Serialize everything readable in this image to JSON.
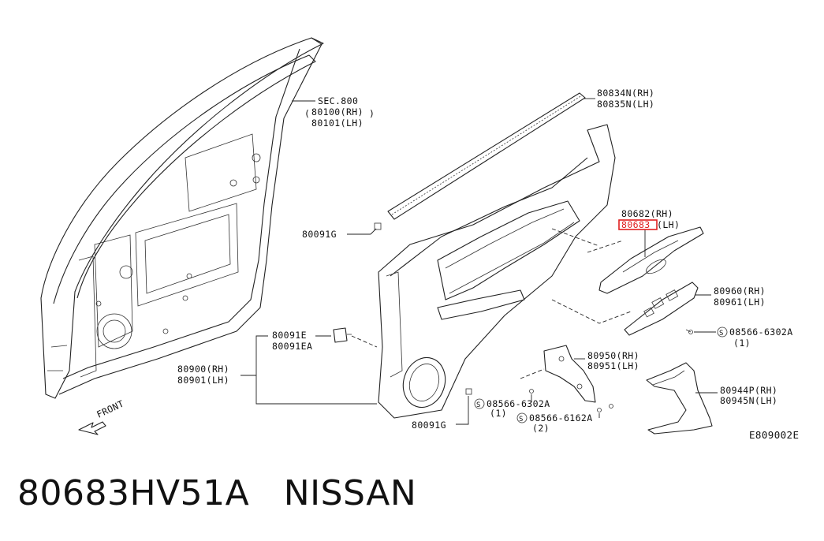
{
  "diagram": {
    "labels": {
      "sec800": "SEC.800",
      "p80100": "80100(RH)",
      "p80101": "80101(LH)",
      "p80834n": "80834N(RH)",
      "p80835n": "80835N(LH)",
      "p80682": "80682(RH)",
      "p80683": "80683",
      "p80683_side": "(LH)",
      "p80960": "80960(RH)",
      "p80961": "80961(LH)",
      "s08566_a": "08566-6302A",
      "s08566_a_qty": "(1)",
      "p80950": "80950(RH)",
      "p80951": "80951(LH)",
      "p80944p": "80944P(RH)",
      "p80945n": "80945N(LH)",
      "s08566_b": "08566-6302A",
      "s08566_b_qty": "(1)",
      "s08566_c": "08566-6162A",
      "s08566_c_qty": "(2)",
      "p80091g_top": "80091G",
      "p80091g_bottom": "80091G",
      "p80091e": "80091E",
      "p80091ea": "80091EA",
      "p80900": "80900(RH)",
      "p80901": "80901(LH)",
      "front": "FRONT",
      "drawing_no": "E809002E",
      "screw_symbol": "S"
    },
    "highlight_color": "#e02020"
  },
  "caption": {
    "part_number": "80683HV51A",
    "brand": "NISSAN"
  }
}
